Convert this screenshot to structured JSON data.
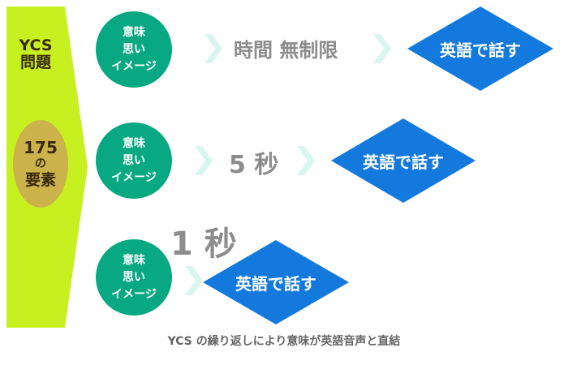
{
  "left_panel": {
    "title_line1": "YCS",
    "title_line2": "問題",
    "count_number": "175",
    "count_particle": "の",
    "count_label": "要素"
  },
  "rows": [
    {
      "circle_lines": [
        "意味",
        "思い",
        "イメージ"
      ],
      "time_label": "時間 無制限",
      "result_label": "英語で話す"
    },
    {
      "circle_lines": [
        "意味",
        "思い",
        "イメージ"
      ],
      "time_label": "5 秒",
      "result_label": "英語で話す"
    },
    {
      "circle_lines": [
        "意味",
        "思い",
        "イメージ"
      ],
      "time_label": "1 秒",
      "result_label": "英語で話す"
    }
  ],
  "caption": "YCS の繰り返しにより意味が英語音声と直結",
  "colors": {
    "bar": "#c7f020",
    "count_circle": "#cbb24a",
    "meaning_circle": "#08a882",
    "diamond": "#1479dc",
    "chevron": "#d8f5ef",
    "time_text": "#8c8c8c"
  }
}
